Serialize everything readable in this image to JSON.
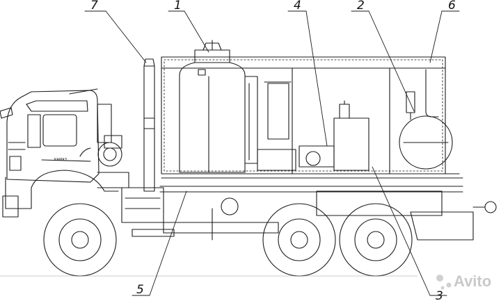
{
  "diagram": {
    "callouts": [
      {
        "id": "c1",
        "label": "1"
      },
      {
        "id": "c2",
        "label": "2"
      },
      {
        "id": "c3",
        "label": "3"
      },
      {
        "id": "c4",
        "label": "4"
      },
      {
        "id": "c5",
        "label": "5"
      },
      {
        "id": "c6",
        "label": "6"
      },
      {
        "id": "c7",
        "label": "7"
      }
    ],
    "watermark": "Avito"
  },
  "colors": {
    "line": "#1a1a1a",
    "dash": "#444444",
    "watermark": "#c9c9c9"
  }
}
